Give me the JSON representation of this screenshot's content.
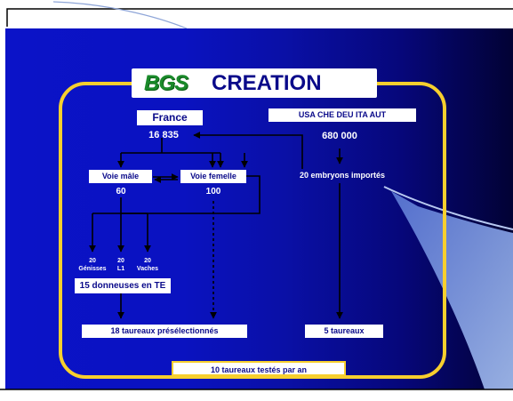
{
  "logo": {
    "text": "BGS",
    "color": "#1a8a2a"
  },
  "title": "CREATION",
  "france": {
    "label": "France",
    "count": "16 835"
  },
  "foreign": {
    "label": "USA  CHE  DEU  ITA  AUT",
    "count": "680 000",
    "embryos": "20 embryons importés"
  },
  "voie_male": {
    "label": "Voie mâle",
    "count": "60"
  },
  "voie_femelle": {
    "label": "Voie femelle",
    "count": "100"
  },
  "groups": [
    {
      "count": "20",
      "label": "Génisses"
    },
    {
      "count": "20",
      "label": "L1"
    },
    {
      "count": "20",
      "label": "Vaches"
    }
  ],
  "donors": "15 donneuses en TE",
  "preselected": "18 taureaux présélectionnés",
  "foreign_bulls": "5 taureaux",
  "footer": "10  taureaux testés par an",
  "colors": {
    "frame": "#f7cf2e",
    "slide_blue": "#0b13c8",
    "text_dark": "#0a0a8a"
  }
}
